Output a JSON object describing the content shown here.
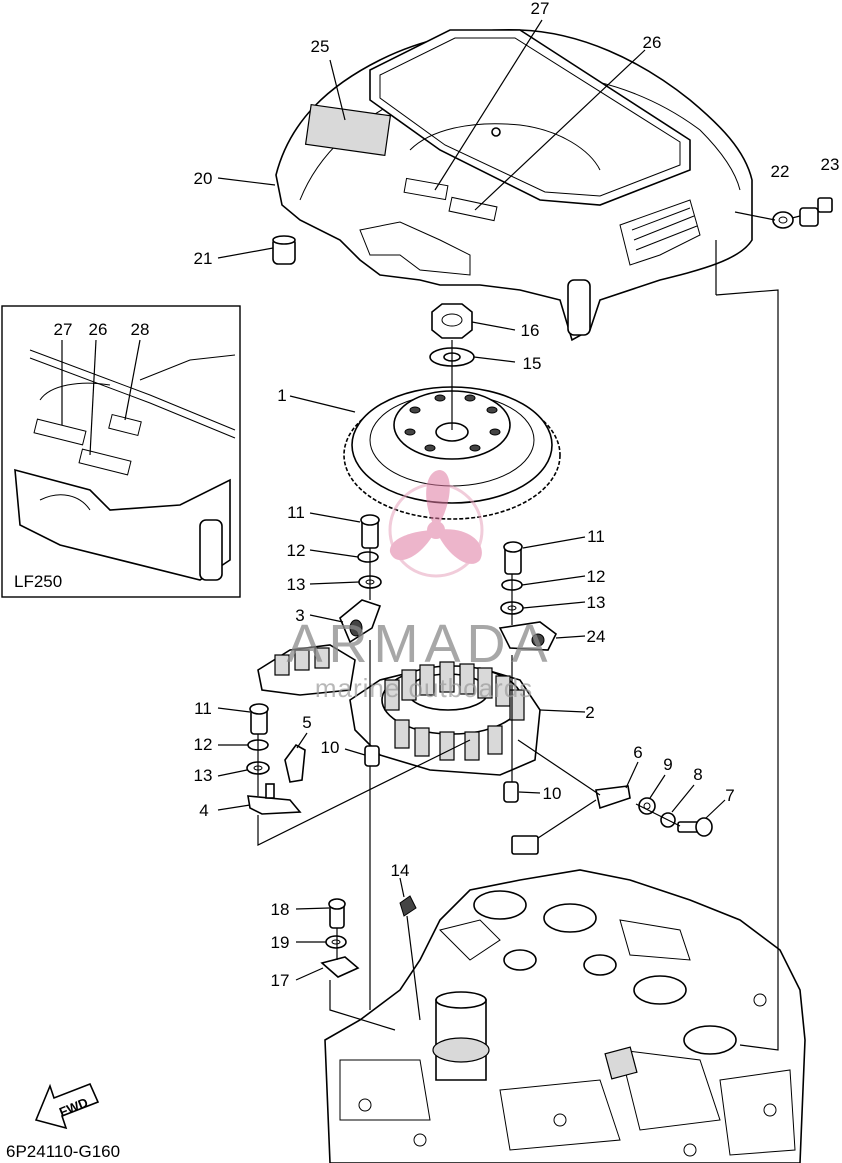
{
  "diagram": {
    "code": "6P24110-G160",
    "fwd_label": "FWD",
    "inset_label": "LF250",
    "watermark": {
      "brand": "ARMADA",
      "tagline": "marine outboards"
    },
    "callouts": [
      {
        "id": "c25",
        "text": "25"
      },
      {
        "id": "c27a",
        "text": "27"
      },
      {
        "id": "c26a",
        "text": "26"
      },
      {
        "id": "c20",
        "text": "20"
      },
      {
        "id": "c22",
        "text": "22"
      },
      {
        "id": "c23",
        "text": "23"
      },
      {
        "id": "c21",
        "text": "21"
      },
      {
        "id": "c16",
        "text": "16"
      },
      {
        "id": "c15",
        "text": "15"
      },
      {
        "id": "c1",
        "text": "1"
      },
      {
        "id": "c27b",
        "text": "27"
      },
      {
        "id": "c26b",
        "text": "26"
      },
      {
        "id": "c28",
        "text": "28"
      },
      {
        "id": "c11a",
        "text": "11"
      },
      {
        "id": "c12a",
        "text": "12"
      },
      {
        "id": "c13a",
        "text": "13"
      },
      {
        "id": "c3",
        "text": "3"
      },
      {
        "id": "c11b",
        "text": "11"
      },
      {
        "id": "c12b",
        "text": "12"
      },
      {
        "id": "c13b",
        "text": "13"
      },
      {
        "id": "c24",
        "text": "24"
      },
      {
        "id": "c2",
        "text": "2"
      },
      {
        "id": "c11c",
        "text": "11"
      },
      {
        "id": "c5",
        "text": "5"
      },
      {
        "id": "c12c",
        "text": "12"
      },
      {
        "id": "c10a",
        "text": "10"
      },
      {
        "id": "c13c",
        "text": "13"
      },
      {
        "id": "c4",
        "text": "4"
      },
      {
        "id": "c10b",
        "text": "10"
      },
      {
        "id": "c6",
        "text": "6"
      },
      {
        "id": "c9",
        "text": "9"
      },
      {
        "id": "c8",
        "text": "8"
      },
      {
        "id": "c7",
        "text": "7"
      },
      {
        "id": "c14",
        "text": "14"
      },
      {
        "id": "c18",
        "text": "18"
      },
      {
        "id": "c19",
        "text": "19"
      },
      {
        "id": "c17",
        "text": "17"
      }
    ]
  }
}
